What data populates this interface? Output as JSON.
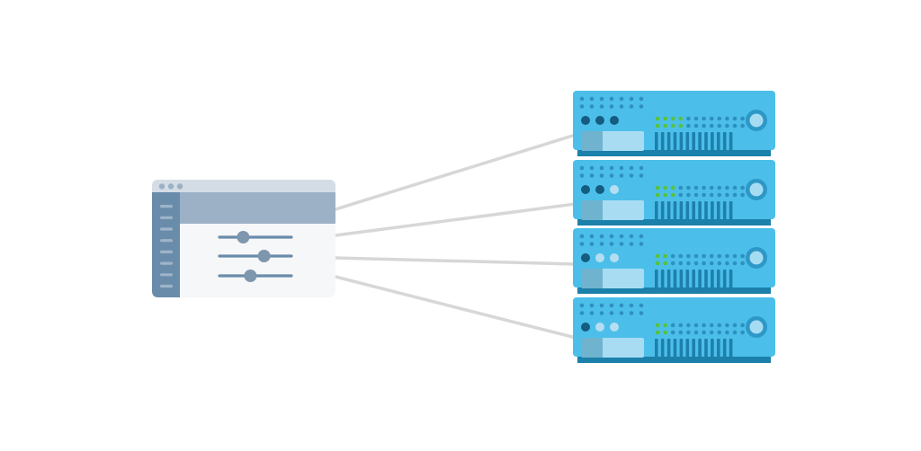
{
  "colors": {
    "background": "#ffffff",
    "connector": "#d7d7d7",
    "window_titlebar": "#d4dde5",
    "window_header": "#9cb1c6",
    "window_sidebar": "#6a8cab",
    "window_body": "#f6f7f8",
    "slider_track": "#6a8cab",
    "slider_knob": "#7e96ae",
    "server_body": "#4bbfe9",
    "server_base": "#1b80aa",
    "server_dark_indicator": "#145c80",
    "server_light_indicator": "#b5def2",
    "status_led": "#58c23a",
    "drive_bay": "#a8dcf2"
  },
  "app_window": {
    "icon": "settings-window-icon",
    "titlebar_buttons": 3,
    "sidebar_items": 8,
    "sliders": [
      {
        "name": "slider-1",
        "level": 0.33
      },
      {
        "name": "slider-2",
        "level": 0.62
      },
      {
        "name": "slider-3",
        "level": 0.43
      }
    ]
  },
  "servers": [
    {
      "name": "server-1",
      "indicators": [
        "dark",
        "dark",
        "dark"
      ],
      "status_leds": 4
    },
    {
      "name": "server-2",
      "indicators": [
        "dark",
        "dark",
        "light"
      ],
      "status_leds": 3
    },
    {
      "name": "server-3",
      "indicators": [
        "dark",
        "light",
        "light"
      ],
      "status_leds": 2
    },
    {
      "name": "server-4",
      "indicators": [
        "dark",
        "light",
        "light"
      ],
      "status_leds": 2
    }
  ],
  "connections": [
    "server-1",
    "server-2",
    "server-3",
    "server-4"
  ]
}
